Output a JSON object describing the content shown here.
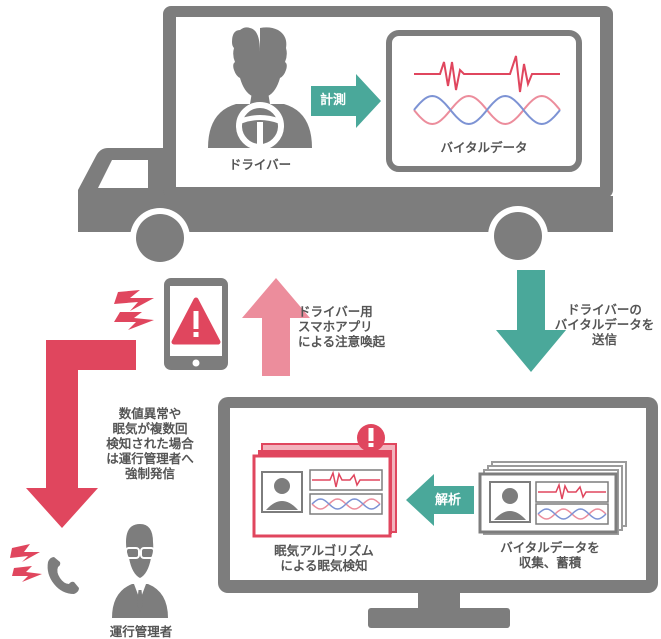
{
  "truck": {
    "driver_label": "ドライバー",
    "measure_label": "計測",
    "vital_label": "バイタルデータ"
  },
  "flow": {
    "send_label_lines": [
      "ドライバーの",
      "バイタルデータを",
      "送信"
    ],
    "alert_label_lines": [
      "ドライバー用",
      "スマホアプリ",
      "による注意喚起"
    ],
    "forced_label_lines": [
      "数値異常や",
      "眠気が複数回",
      "検知された場合",
      "は運行管理者へ",
      "強制発信"
    ]
  },
  "monitor": {
    "collect_label_lines": [
      "バイタルデータを",
      "収集、蓄積"
    ],
    "analyze_label": "解析",
    "detect_label_lines": [
      "眠気アルゴリズム",
      "による眠気検知"
    ]
  },
  "manager": {
    "label": "運行管理者"
  },
  "colors": {
    "gray": "#7d7d7d",
    "teal": "#4aa89a",
    "red": "#e0465e",
    "pink": "#ec8d9c",
    "blue": "#7d93d4"
  }
}
